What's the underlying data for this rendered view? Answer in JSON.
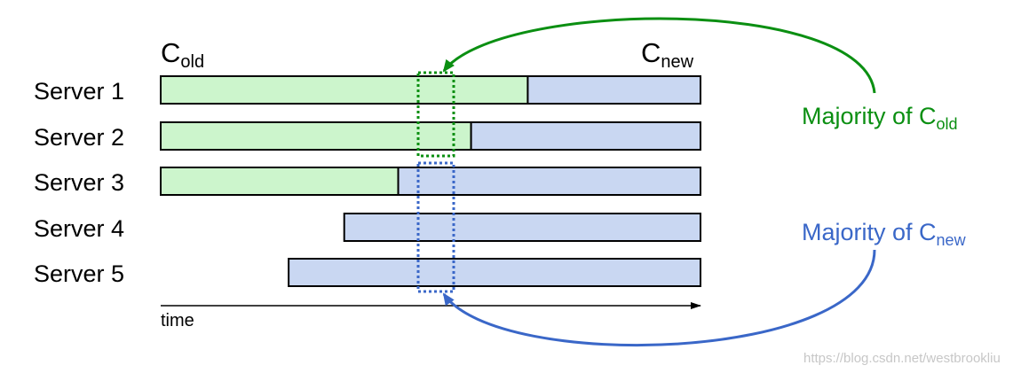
{
  "colors": {
    "old_fill": "#ccf5cc",
    "new_fill": "#c9d7f2",
    "border": "#000000",
    "old_accent": "#0b8f12",
    "new_accent": "#3a67c8",
    "watermark": "#c7c7c7"
  },
  "config_labels": {
    "old": {
      "main": "C",
      "sub": "old"
    },
    "new": {
      "main": "C",
      "sub": "new"
    }
  },
  "servers": [
    {
      "label": "Server 1",
      "old_start": 0.0,
      "switch": 0.68,
      "end": 1.0
    },
    {
      "label": "Server 2",
      "old_start": 0.0,
      "switch": 0.575,
      "end": 1.0
    },
    {
      "label": "Server 3",
      "old_start": 0.0,
      "switch": 0.44,
      "end": 1.0
    },
    {
      "label": "Server 4",
      "old_start": null,
      "switch": 0.34,
      "end": 1.0
    },
    {
      "label": "Server 5",
      "old_start": null,
      "switch": 0.237,
      "end": 1.0
    }
  ],
  "time_axis": {
    "label": "time"
  },
  "annotations": {
    "majority_old": {
      "text": "Majority of C",
      "sub": "old"
    },
    "majority_new": {
      "text": "Majority of C",
      "sub": "new"
    }
  },
  "watermark": "https://blog.csdn.net/westbrookliu"
}
